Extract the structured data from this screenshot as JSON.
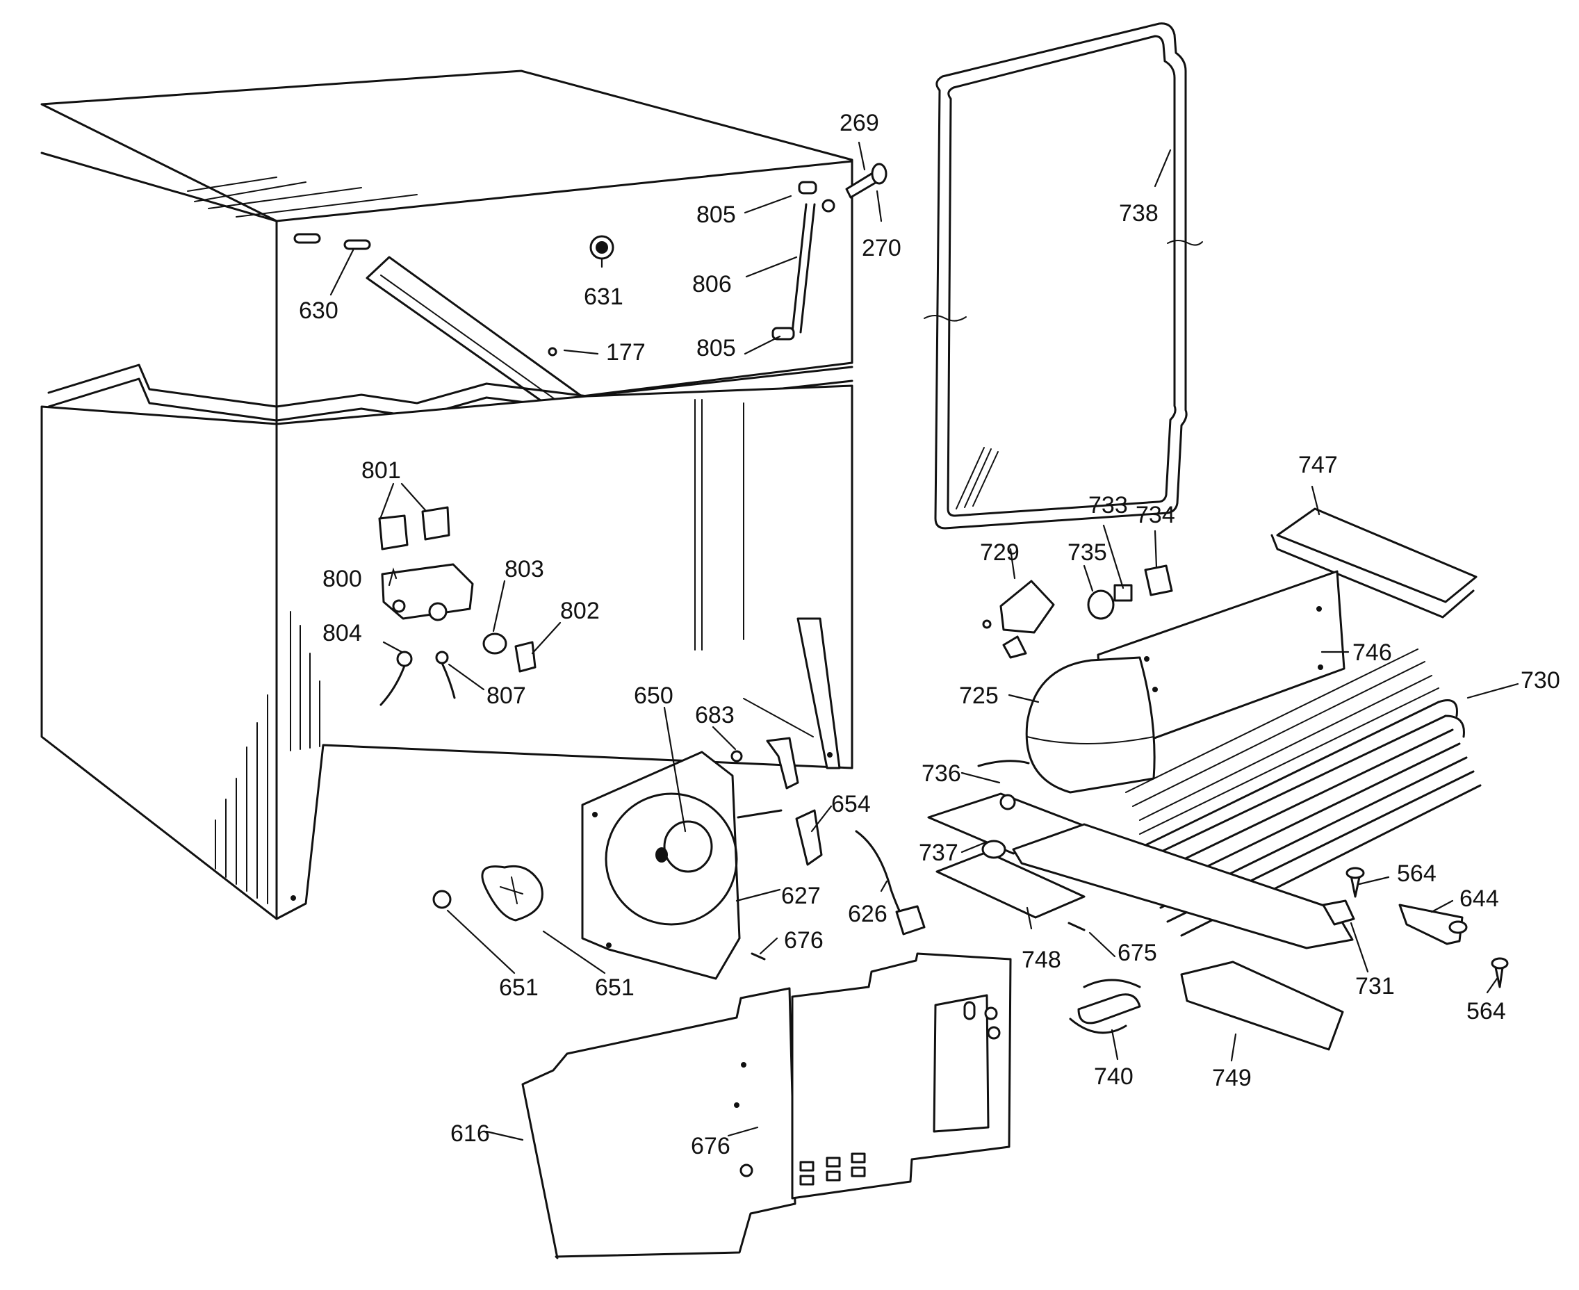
{
  "diagram": {
    "part_labels": [
      {
        "id": "p269",
        "text": "269"
      },
      {
        "id": "p270",
        "text": "270"
      },
      {
        "id": "p805a",
        "text": "805"
      },
      {
        "id": "p805b",
        "text": "805"
      },
      {
        "id": "p806",
        "text": "806"
      },
      {
        "id": "p631",
        "text": "631"
      },
      {
        "id": "p630",
        "text": "630"
      },
      {
        "id": "p177",
        "text": "177"
      },
      {
        "id": "p738",
        "text": "738"
      },
      {
        "id": "p747",
        "text": "747"
      },
      {
        "id": "p729",
        "text": "729"
      },
      {
        "id": "p733",
        "text": "733"
      },
      {
        "id": "p734",
        "text": "734"
      },
      {
        "id": "p735",
        "text": "735"
      },
      {
        "id": "p746",
        "text": "746"
      },
      {
        "id": "p725",
        "text": "725"
      },
      {
        "id": "p730",
        "text": "730"
      },
      {
        "id": "p736",
        "text": "736"
      },
      {
        "id": "p737",
        "text": "737"
      },
      {
        "id": "p801",
        "text": "801"
      },
      {
        "id": "p800",
        "text": "800"
      },
      {
        "id": "p803",
        "text": "803"
      },
      {
        "id": "p802",
        "text": "802"
      },
      {
        "id": "p804",
        "text": "804"
      },
      {
        "id": "p807",
        "text": "807"
      },
      {
        "id": "p683",
        "text": "683"
      },
      {
        "id": "p650",
        "text": "650"
      },
      {
        "id": "p654",
        "text": "654"
      },
      {
        "id": "p627",
        "text": "627"
      },
      {
        "id": "p676a",
        "text": "676"
      },
      {
        "id": "p626",
        "text": "626"
      },
      {
        "id": "p651a",
        "text": "651"
      },
      {
        "id": "p651b",
        "text": "651"
      },
      {
        "id": "p748",
        "text": "748"
      },
      {
        "id": "p675",
        "text": "675"
      },
      {
        "id": "p564a",
        "text": "564"
      },
      {
        "id": "p644",
        "text": "644"
      },
      {
        "id": "p731",
        "text": "731"
      },
      {
        "id": "p564b",
        "text": "564"
      },
      {
        "id": "p740",
        "text": "740"
      },
      {
        "id": "p749",
        "text": "749"
      },
      {
        "id": "p616",
        "text": "616"
      },
      {
        "id": "p676b",
        "text": "676"
      }
    ]
  }
}
